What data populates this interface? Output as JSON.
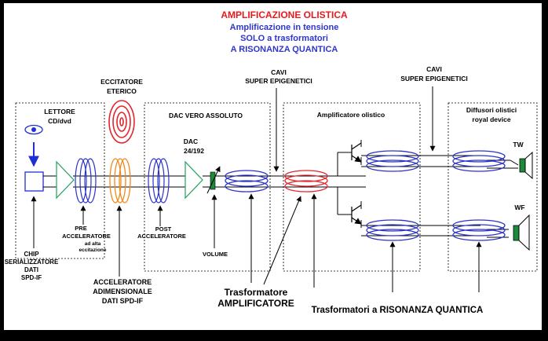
{
  "title": {
    "line1": "AMPLIFICAZIONE OLISTICA",
    "line2": "Amplificazione in tensione",
    "line3": "SOLO a trasformatori",
    "line4": "A RISONANZA QUANTICA"
  },
  "colors": {
    "title_red": "#e8191d",
    "title_blue": "#2f36c9",
    "ring_blue": "#2c33c8",
    "ring_red": "#e3262b",
    "ring_orange": "#f08a1c",
    "amp_green": "#23a05a",
    "vol_green": "#1c8a3a",
    "chip_blue": "#1e2fd6"
  },
  "labels": {
    "lettore": "LETTORE",
    "lettore_sub": "CD/dvd",
    "eccitatore": "ECCITATORE",
    "eccitatore_sub": "ETERICO",
    "dac_box": "DAC VERO ASSOLUTO",
    "dac": "DAC",
    "dac_rate": "24/192",
    "cavi1": "CAVI",
    "cavi1_sub": "SUPER EPIGENETICI",
    "cavi2": "CAVI",
    "cavi2_sub": "SUPER EPIGENETICI",
    "amp_box": "Amplificatore olistico",
    "diff_box": "Diffusori olistici",
    "diff_sub": "royal device",
    "tw": "TW",
    "wf": "WF",
    "pre1": "PRE",
    "pre2": "ACCELERATORE",
    "pre3": "ad alta",
    "pre4": "eccitazione",
    "post1": "POST",
    "post2": "ACCELERATORE",
    "volume": "VOLUME",
    "chip1": "CHIP",
    "chip2": "SERIALIZZATORE",
    "chip3": "DATI",
    "chip4": "SPD-IF",
    "acc1": "ACCELERATORE",
    "acc2": "ADIMENSIONALE",
    "acc3": "DATI SPD-IF",
    "trasf1": "Trasformatore",
    "trasf2": "AMPLIFICATORE",
    "trasf_ris": "Trasformatori a RISONANZA QUANTICA"
  }
}
